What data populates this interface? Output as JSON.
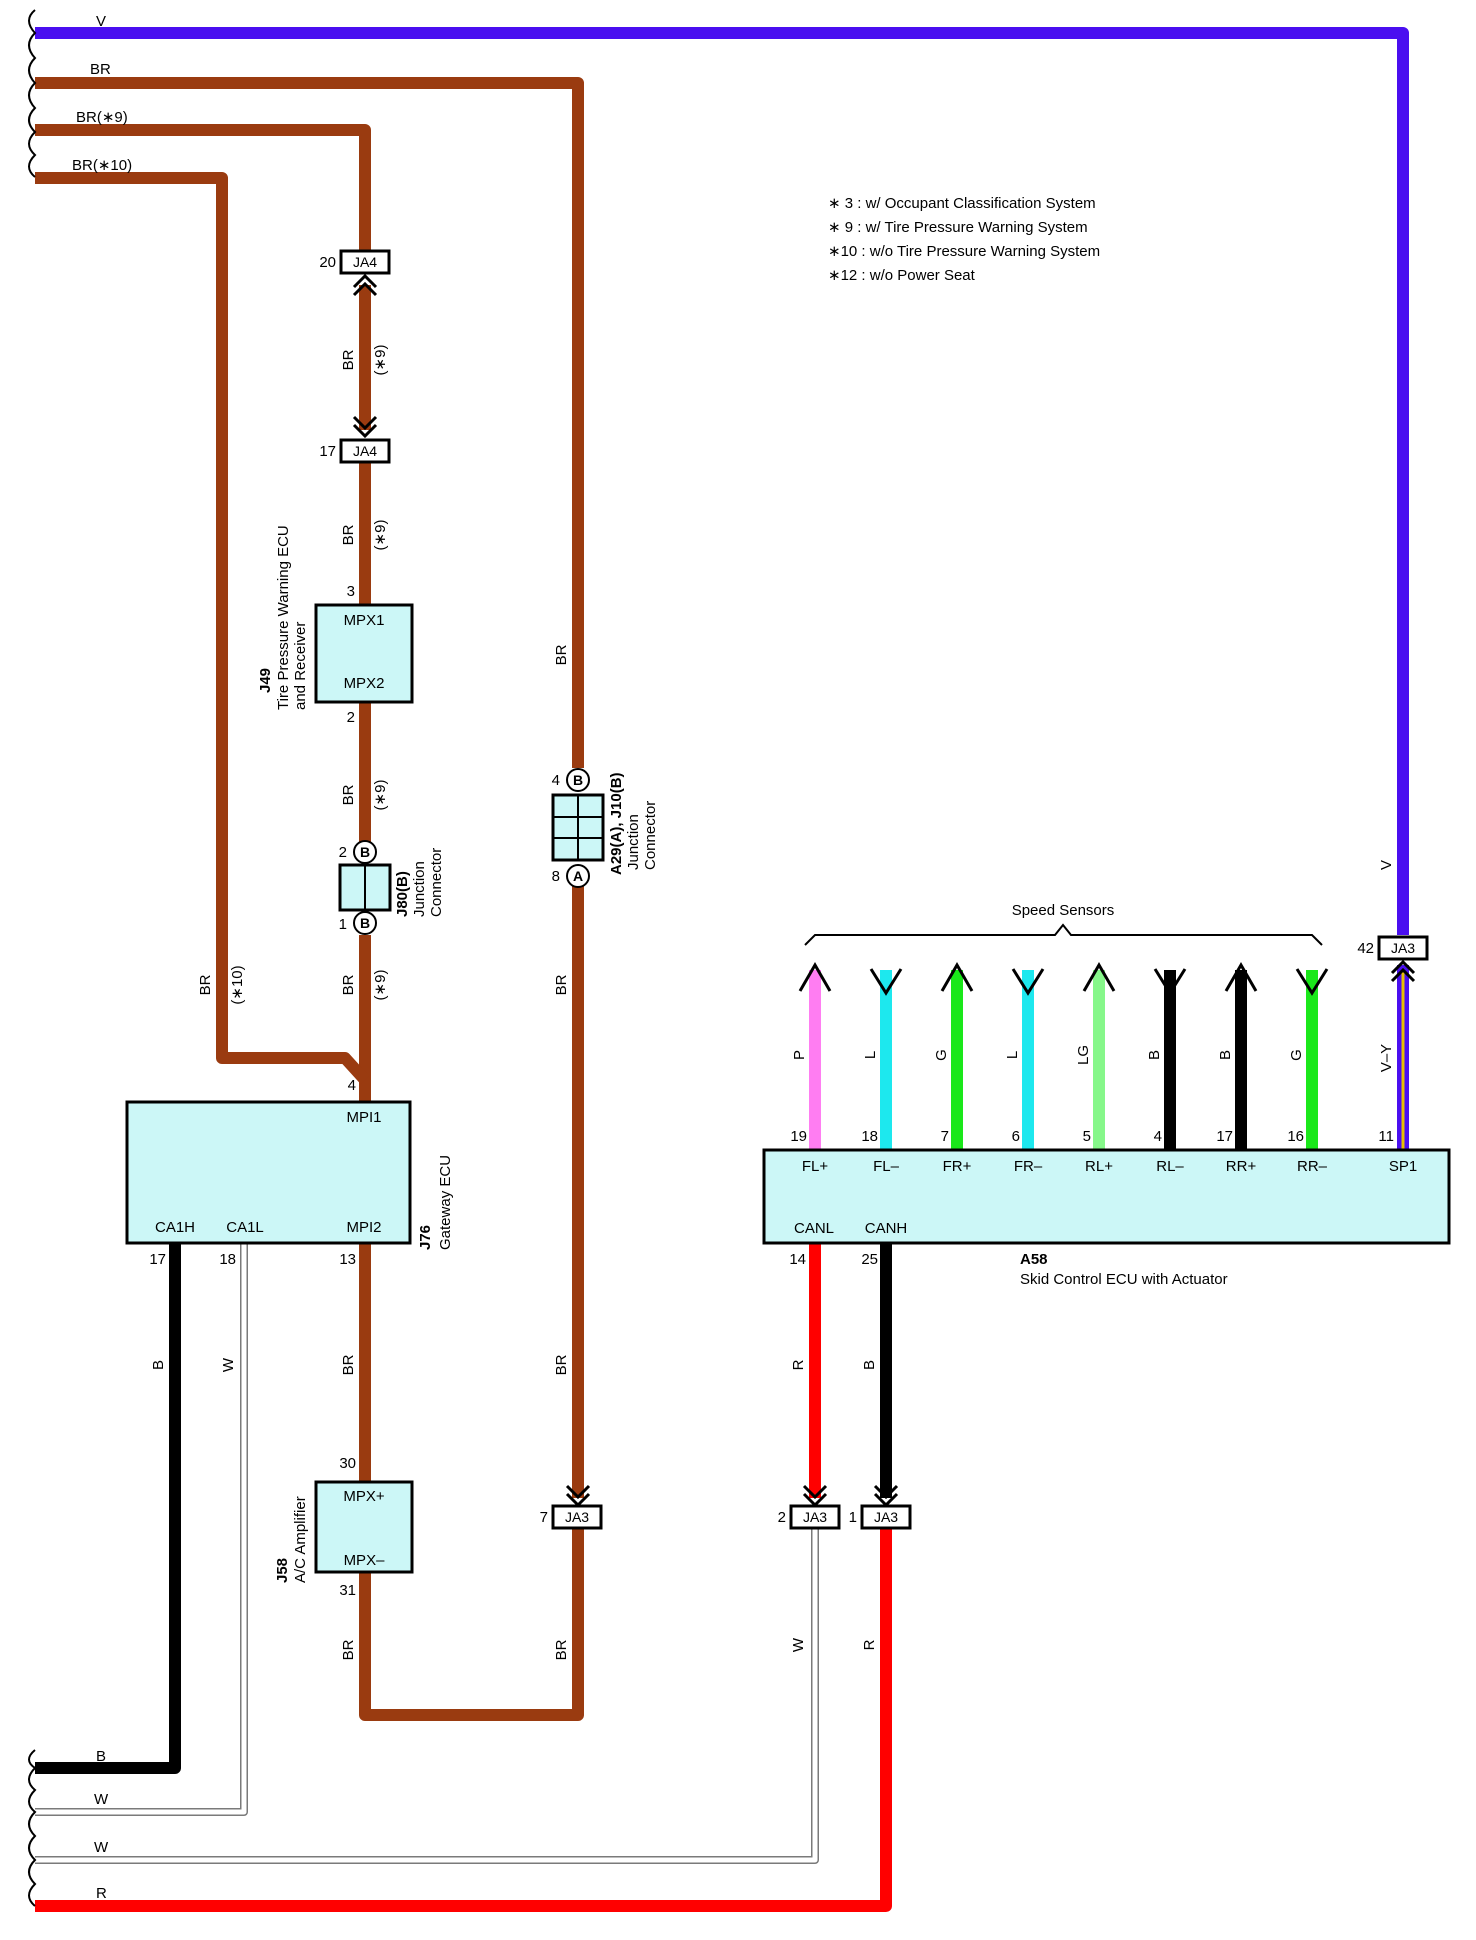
{
  "colors": {
    "V": "#4a0ff0",
    "BR": "#9a3b10",
    "B": "#000000",
    "W": "#7a7a7a",
    "R": "#ff0000",
    "P": "#ff7df2",
    "L": "#1de8ee",
    "G": "#1ae81a",
    "LG": "#86f78a",
    "Y": "#e8c000",
    "box": "#ccf7f7"
  },
  "legend": [
    "∗ 3 : w/ Occupant Classification System",
    "∗ 9 : w/ Tire Pressure Warning System",
    "∗10 : w/o Tire Pressure Warning System",
    "∗12 : w/o Power Seat"
  ],
  "left_wires": {
    "top": [
      "V",
      "BR",
      "BR(∗9)",
      "BR(∗10)"
    ],
    "bottom": [
      "B",
      "W",
      "W",
      "R"
    ]
  },
  "connectors": {
    "ja4_20": {
      "pin": "20",
      "name": "JA4"
    },
    "ja4_17": {
      "pin": "17",
      "name": "JA4"
    },
    "ja3_7": {
      "pin": "7",
      "name": "JA3"
    },
    "ja3_2": {
      "pin": "2",
      "name": "JA3"
    },
    "ja3_1": {
      "pin": "1",
      "name": "JA3"
    },
    "ja3_42": {
      "pin": "42",
      "name": "JA3"
    }
  },
  "wire_labels": {
    "br": "BR",
    "star9": "(∗9)",
    "star10": "(∗10)",
    "b": "B",
    "w": "W",
    "r": "R",
    "v": "V",
    "p": "P",
    "l": "L",
    "g": "G",
    "lg": "LG",
    "vy": "V–Y"
  },
  "j49": {
    "code": "J49",
    "name_line1": "Tire Pressure Warning ECU",
    "name_line2": "and Receiver",
    "pin_top": "3",
    "pin_bottom": "2",
    "term1": "MPX1",
    "term2": "MPX2"
  },
  "j80": {
    "code": "J80(B)",
    "name_line1": "Junction",
    "name_line2": "Connector",
    "pin_top": "2",
    "pin_bottom": "1",
    "badge": "B"
  },
  "a29": {
    "code": "A29(A), J10(B)",
    "name_line1": "Junction",
    "name_line2": "Connector",
    "pin_top": "4",
    "pin_bottom": "8",
    "badge_top": "B",
    "badge_bottom": "A"
  },
  "j76": {
    "code": "J76",
    "name": "Gateway ECU",
    "pin_mpi1": "4",
    "term_mpi1": "MPI1",
    "term_ca1h": "CA1H",
    "term_ca1l": "CA1L",
    "term_mpi2": "MPI2",
    "pin_ca1h": "17",
    "pin_ca1l": "18",
    "pin_mpi2": "13"
  },
  "j58": {
    "code": "J58",
    "name": "A/C Amplifier",
    "pin_top": "30",
    "pin_bottom": "31",
    "term1": "MPX+",
    "term2": "MPX–"
  },
  "a58": {
    "code": "A58",
    "name": "Skid Control ECU with Actuator",
    "term_canl": "CANL",
    "term_canh": "CANH",
    "pin_canl": "14",
    "pin_canh": "25",
    "term_sp1": "SP1",
    "pin_sp1": "11"
  },
  "speed_sensors": {
    "title": "Speed Sensors",
    "items": [
      {
        "pin": "19",
        "term": "FL+",
        "wire": "P",
        "dir": "up"
      },
      {
        "pin": "18",
        "term": "FL–",
        "wire": "L",
        "dir": "down"
      },
      {
        "pin": "7",
        "term": "FR+",
        "wire": "G",
        "dir": "up"
      },
      {
        "pin": "6",
        "term": "FR–",
        "wire": "L",
        "dir": "down"
      },
      {
        "pin": "5",
        "term": "RL+",
        "wire": "LG",
        "dir": "up"
      },
      {
        "pin": "4",
        "term": "RL–",
        "wire": "B",
        "dir": "down"
      },
      {
        "pin": "17",
        "term": "RR+",
        "wire": "B",
        "dir": "up"
      },
      {
        "pin": "16",
        "term": "RR–",
        "wire": "G",
        "dir": "down"
      }
    ]
  }
}
